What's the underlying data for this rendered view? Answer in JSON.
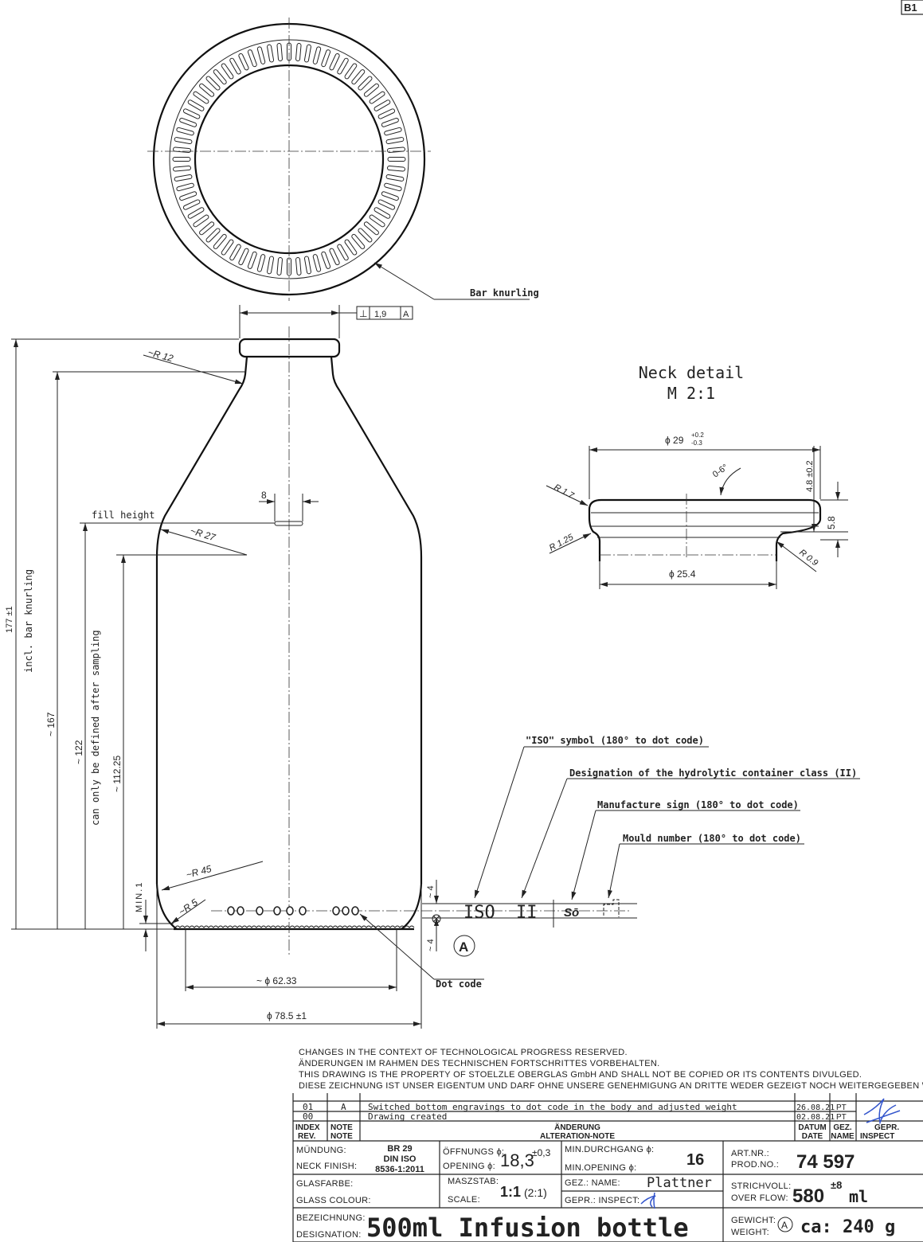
{
  "sheet_code": "B1",
  "top_view": {
    "bar_knurling_label": "Bar knurling",
    "knurl_count": 72
  },
  "tolerance_frame": {
    "symbol": "⊥",
    "value": "1,9",
    "datum": "A"
  },
  "bottle": {
    "r12": "~R 12",
    "r27": "~R 27",
    "r45": "~R 45",
    "r5": "~R 5",
    "fill_height": "fill height",
    "fill_width": "8",
    "dim_177": "177 ±1",
    "incl_knurling": "incl. bar knurling",
    "dim_167": "~ 167",
    "dim_122": "~ 122",
    "sampling_note": "can only be defined after sampling",
    "dim_112": "~ 112.25",
    "min1": "MIN.1",
    "dim_base": "~ ϕ 62.33",
    "dim_body": "ϕ 78.5 ±1",
    "dot_code": "Dot code"
  },
  "neck_detail": {
    "title": "Neck detail",
    "scale": "M 2:1",
    "dia_29": "ϕ 29",
    "tol_29_plus": "+0.2",
    "tol_29_minus": "-0.3",
    "angle": "0-6°",
    "r17": "R 1.7",
    "r125": "R 1.25",
    "r09": "R 0.9",
    "dim_48": "4.8 ±0.2",
    "dim_58": "5.8",
    "dia_254": "ϕ 25.4"
  },
  "engravings": {
    "iso_text": "ISO",
    "class_text": "II",
    "logo_text": "Sō",
    "datum": "A",
    "dim_4_top": "~ 4",
    "dim_4_bot": "~ 4",
    "callouts": [
      "\"ISO\" symbol (180° to dot code)",
      "Designation of the hydrolytic container class (II)",
      "Manufacture sign (180° to dot code)",
      "Mould number (180° to dot code)"
    ]
  },
  "notes": [
    "CHANGES IN THE CONTEXT OF TECHNOLOGICAL PROGRESS RESERVED.",
    "ÄNDERUNGEN IM RAHMEN DES TECHNISCHEN FORTSCHRITTES VORBEHALTEN.",
    "THIS DRAWING IS THE PROPERTY OF STOELZLE OBERGLAS GmbH AND SHALL NOT BE COPIED OR ITS CONTENTS DIVULGED.",
    "DIESE ZEICHNUNG IST UNSER EIGENTUM UND DARF OHNE UNSERE GENEHMIGUNG AN DRITTE WEDER GEZEIGT NOCH WEITERGEGEBEN WERDEN."
  ],
  "title_block": {
    "revisions": [
      {
        "index": "01",
        "note": "A",
        "text": "Switched bottom engravings to dot code in the body and adjusted weight",
        "date": "26.08.21",
        "name": "PT"
      },
      {
        "index": "00",
        "note": "",
        "text": "Drawing created",
        "date": "02.08.21",
        "name": "PT"
      }
    ],
    "hdr_index": "INDEX",
    "hdr_rev": "REV.",
    "hdr_note": "NOTE",
    "hdr_note2": "NOTE",
    "hdr_alt_de": "ÄNDERUNG",
    "hdr_alt_en": "ALTERATION-NOTE",
    "hdr_date_de": "DATUM",
    "hdr_date_en": "DATE",
    "hdr_name_de": "GEZ.",
    "hdr_name_en": "NAME",
    "hdr_insp_de": "GEPR.",
    "hdr_insp_en": "INSPECT",
    "muendung": "MÜNDUNG:",
    "neck_finish": "NECK FINISH:",
    "finish_1": "BR 29",
    "finish_2": "DIN ISO",
    "finish_3": "8536-1:2011",
    "oeffnung": "ÖFFNUNGS ϕ:",
    "opening": "OPENING ϕ:",
    "opening_val": "18,3",
    "opening_tol": "±0,3",
    "min_durchgang": "MIN.DURCHGANG ϕ:",
    "min_opening": "MIN.OPENING ϕ:",
    "min_val": "16",
    "art_nr": "ART.NR.:",
    "prod_no": "PROD.NO.:",
    "art_val": "74 597",
    "glasfarbe": "GLASFARBE:",
    "glass_colour": "GLASS COLOUR:",
    "massstab": "MASZSTAB:",
    "scale": "SCALE:",
    "scale_val": "1:1",
    "scale_val2": "(2:1)",
    "gez_name": "GEZ.: NAME:",
    "name_val": "Plattner",
    "gepr_inspect": "GEPR.: INSPECT:",
    "strichvoll": "STRICHVOLL:",
    "overflow": "OVER FLOW:",
    "overflow_val": "580",
    "overflow_tol": "±8",
    "overflow_unit": "ml",
    "bezeichnung": "BEZEICHNUNG:",
    "designation": "DESIGNATION:",
    "designation_val": "500ml Infusion bottle",
    "gewicht": "GEWICHT:",
    "weight": "WEIGHT:",
    "weight_ref": "A",
    "weight_val": "ca: 240 g"
  }
}
